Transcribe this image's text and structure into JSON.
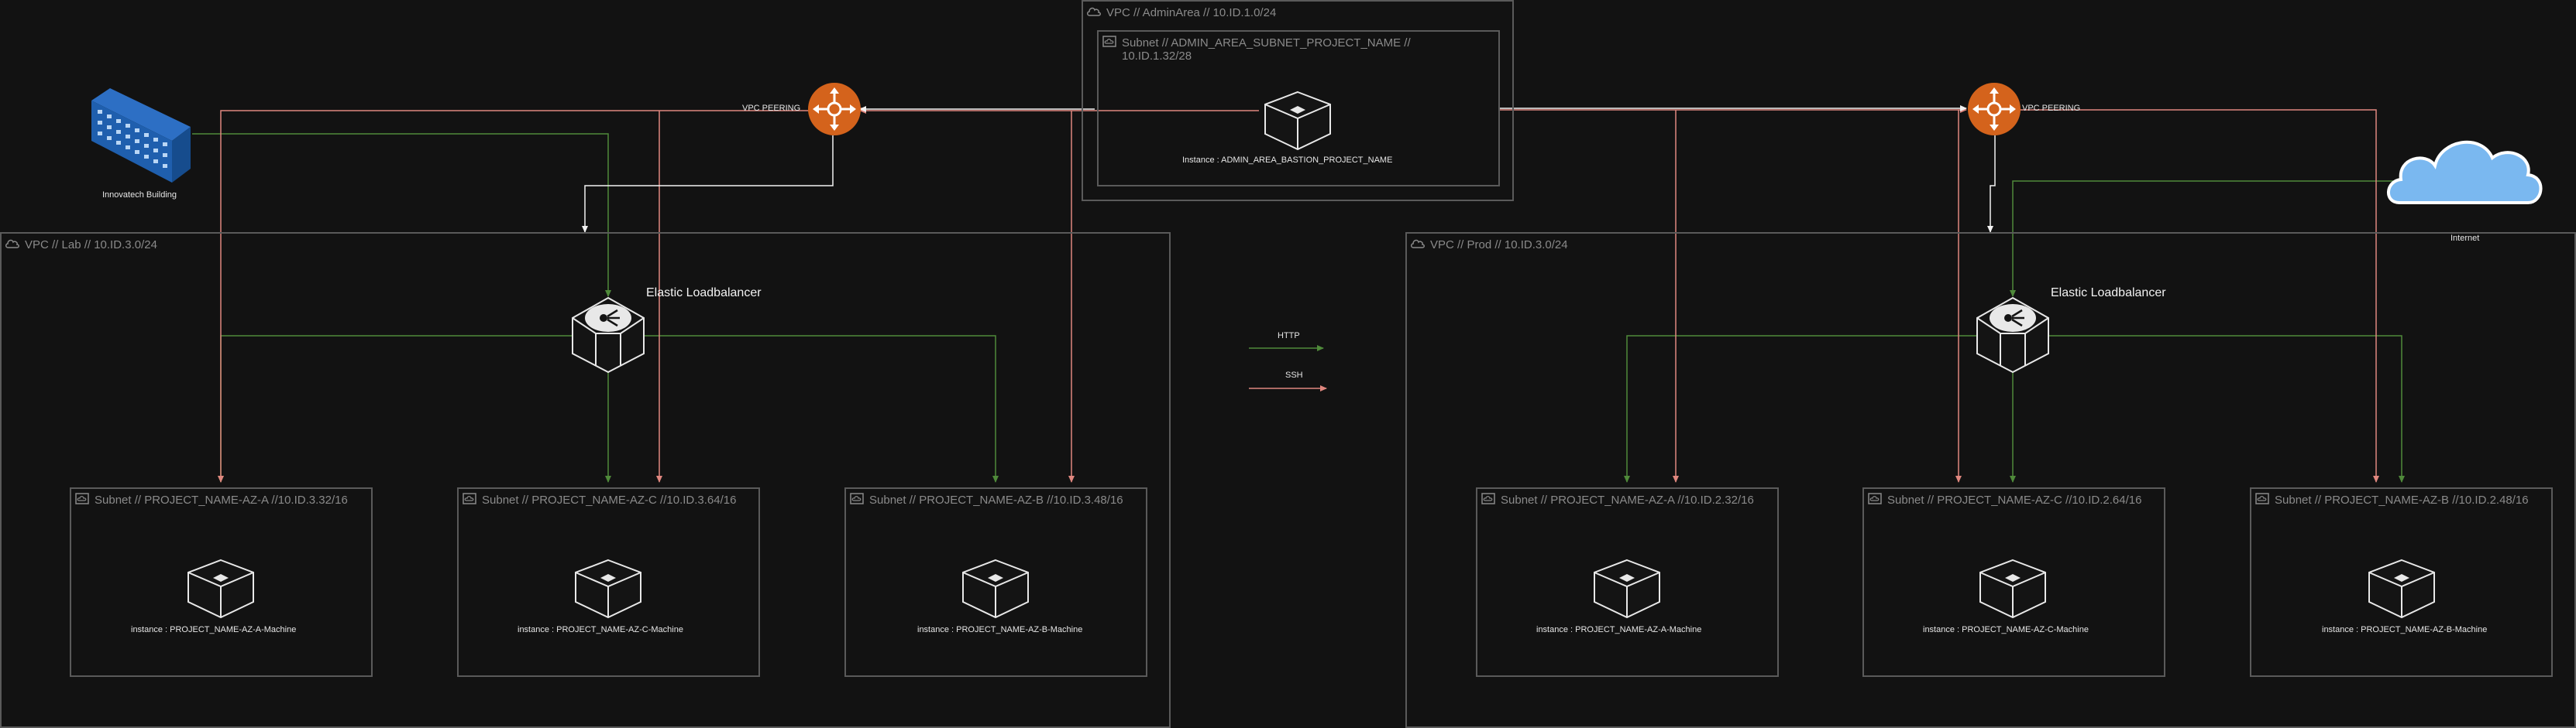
{
  "vpcs": {
    "admin": {
      "label": "VPC // AdminArea // 10.ID.1.0/24"
    },
    "lab": {
      "label": "VPC // Lab // 10.ID.3.0/24"
    },
    "prod": {
      "label": "VPC // Prod // 10.ID.3.0/24"
    }
  },
  "admin_subnet": {
    "label_line1": "Subnet // ADMIN_AREA_SUBNET_PROJECT_NAME //",
    "label_line2": "10.ID.1.32/28",
    "instance": "Instance : ADMIN_AREA_BASTION_PROJECT_NAME"
  },
  "peering": {
    "left": "VPC PEERING",
    "right": "VPC PEERING"
  },
  "external": {
    "building": "Innovatech Building",
    "internet": "Internet"
  },
  "load_balancers": {
    "lab": "Elastic Loadbalancer",
    "prod": "Elastic Loadbalancer"
  },
  "legend": {
    "http": "HTTP",
    "ssh": "SSH"
  },
  "lab_subnets": [
    {
      "label": "Subnet // PROJECT_NAME-AZ-A //10.ID.3.32/16",
      "instance": "instance : PROJECT_NAME-AZ-A-Machine"
    },
    {
      "label": "Subnet // PROJECT_NAME-AZ-C //10.ID.3.64/16",
      "instance": "instance : PROJECT_NAME-AZ-C-Machine"
    },
    {
      "label": "Subnet // PROJECT_NAME-AZ-B //10.ID.3.48/16",
      "instance": "instance : PROJECT_NAME-AZ-B-Machine"
    }
  ],
  "prod_subnets": [
    {
      "label": "Subnet // PROJECT_NAME-AZ-A //10.ID.2.32/16",
      "instance": "instance : PROJECT_NAME-AZ-A-Machine"
    },
    {
      "label": "Subnet // PROJECT_NAME-AZ-C //10.ID.2.64/16",
      "instance": "instance : PROJECT_NAME-AZ-C-Machine"
    },
    {
      "label": "Subnet // PROJECT_NAME-AZ-B //10.ID.2.48/16",
      "instance": "instance : PROJECT_NAME-AZ-B-Machine"
    }
  ],
  "colors": {
    "http": "#4f8a3a",
    "ssh": "#e0877f",
    "white": "#f2f2f2",
    "router": "#d4631c",
    "cloud": "#7ab8f0"
  }
}
